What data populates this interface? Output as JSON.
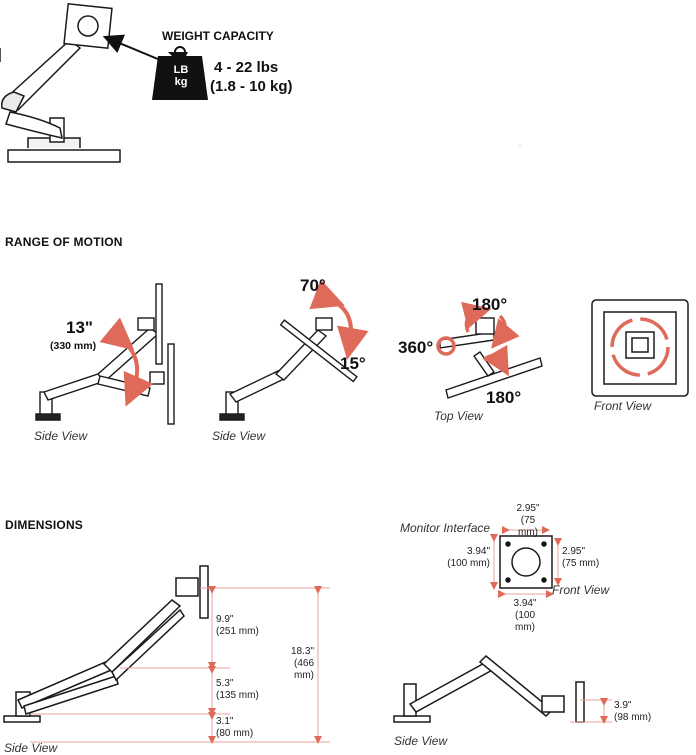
{
  "weight": {
    "title": "WEIGHT CAPACITY",
    "badge_top": "LB",
    "badge_bottom": "kg",
    "range_lbs": "4 - 22 lbs",
    "range_kg": "(1.8 - 10 kg)"
  },
  "motion": {
    "title": "RANGE OF MOTION",
    "lift_value": "13\"",
    "lift_metric": "(330 mm)",
    "tilt_up": "70°",
    "tilt_down": "15°",
    "pan_top": "180°",
    "swivel": "360°",
    "pan_bottom": "180°",
    "view_side_1": "Side View",
    "view_side_2": "Side View",
    "view_top": "Top View",
    "view_front": "Front View"
  },
  "dimensions": {
    "title": "DIMENSIONS",
    "monitor_interface": "Monitor Interface",
    "vesa_top": "2.95\"",
    "vesa_top_mm": "(75 mm)",
    "vesa_left": "3.94\"",
    "vesa_left_mm": "(100 mm)",
    "vesa_right": "2.95\"",
    "vesa_right_mm": "(75 mm)",
    "vesa_bottom": "3.94\"",
    "vesa_bottom_mm": "(100 mm)",
    "front_view": "Front View",
    "dim_upper": "9.9\"",
    "dim_upper_mm": "(251 mm)",
    "dim_mid": "5.3\"",
    "dim_mid_mm": "(135 mm)",
    "dim_low": "3.1\"",
    "dim_low_mm": "(80 mm)",
    "dim_total": "18.3\"",
    "dim_total_mm": "(466 mm)",
    "dim_right": "3.9\"",
    "dim_right_mm": "(98 mm)",
    "view_side_left": "Side View",
    "view_side_right": "Side View"
  },
  "colors": {
    "accent": "#e06a5a",
    "arm": "#ffffff",
    "outline": "#1a1a1a",
    "dim_line": "#e8a39a"
  }
}
